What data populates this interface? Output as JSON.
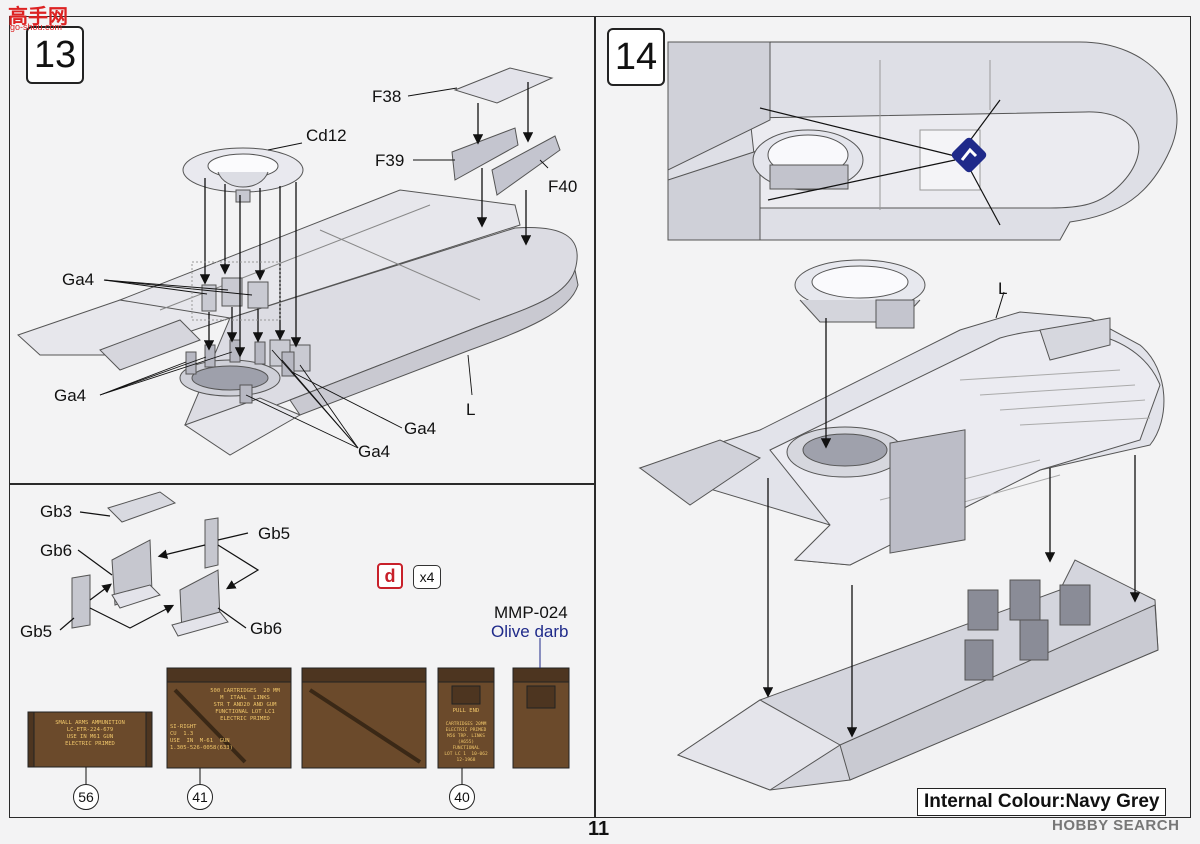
{
  "steps": {
    "step13": "13",
    "step14": "14"
  },
  "labels13": {
    "f38": "F38",
    "f39": "F39",
    "f40": "F40",
    "cd12": "Cd12",
    "ga4_top": "Ga4",
    "ga4_left": "Ga4",
    "ga4_right": "Ga4",
    "ga4_bottom": "Ga4",
    "l": "L"
  },
  "labels14": {
    "l": "L"
  },
  "subassembly": {
    "gb3": "Gb3",
    "gb6_left": "Gb6",
    "gb5_top": "Gb5",
    "gb5_bottom": "Gb5",
    "gb6_right": "Gb6",
    "decal_letter": "d",
    "multiplier": "x4",
    "paint_code": "MMP-024",
    "paint_name": "Olive darb"
  },
  "ammo_decals": {
    "box56": "56",
    "box41": "41",
    "box40": "40",
    "text56": "SMALL ARMS AMMUNITION\nLC-ETR-224-679\nUSE IN M61 GUN\nELECTRIC PRIMED",
    "text41a": "500 CARTRIDGES  20 MM\nM  ITAAL  LINKS\nSTR T AND20 AND GUM\nFUNCTIONAL LOT LC1\nELECTRIC PRIMED",
    "text41b": "SI-RIGHT\nCU  1.3\nUSE  IN  M-61  GUN\n1.305-526-0058(633)",
    "text40a": "PULL END",
    "text40b": "CARTRIDGES 20MM\nELECTRIC PRIMED\nM56 TRP. LINKS\n(A655)\nFUNCTIONAL\nLOT LC 1  10-062\n12-1968"
  },
  "colours": {
    "internal_colour": "Internal Colour:Navy Grey",
    "ammo_brown": "#6b4a2b",
    "ammo_text": "#f0c66a",
    "decal_red": "#c8202a",
    "paint_blue": "#1f2a8a"
  },
  "page": {
    "number": "11",
    "watermark_top": "高手网",
    "watermark_top_sub": "go-shou.com",
    "watermark_bottom": "HOBBY SEARCH"
  }
}
